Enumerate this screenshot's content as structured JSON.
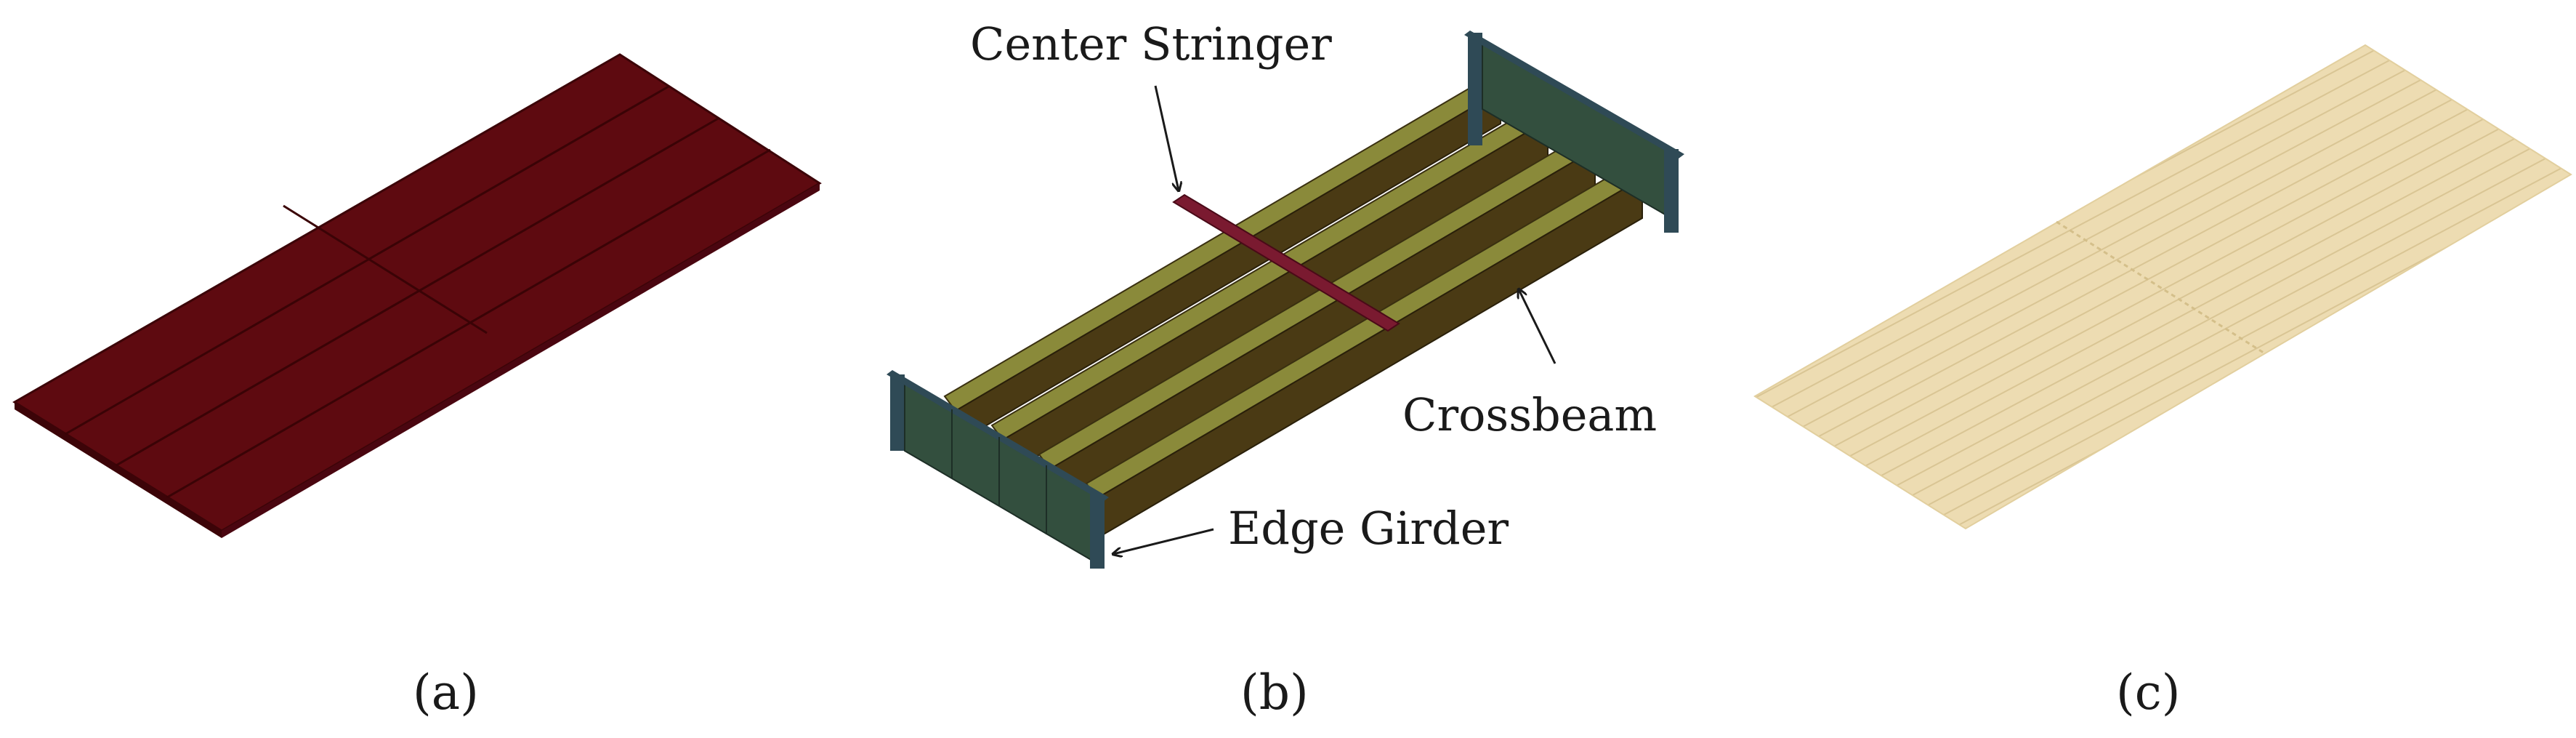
{
  "panels": [
    {
      "id": "a",
      "label": "(a)"
    },
    {
      "id": "b",
      "label": "(b)"
    },
    {
      "id": "c",
      "label": "(c)"
    }
  ],
  "callouts": {
    "center_stringer": "Center Stringer",
    "crossbeam": "Crossbeam",
    "edge_girder": "Edge Girder"
  },
  "colors": {
    "deck_plate": "#5e0a10",
    "girder_end": "#2f4a56",
    "beam_web": "#4a3a14",
    "beam_flange": "#8a8a3a",
    "stringer": "#7a1a30",
    "wearing_surface": "#eddcb2"
  },
  "icons": {
    "panel_a": "steel-deck-plate-model",
    "panel_b": "floor-system-framing-model",
    "panel_c": "wearing-surface-model"
  }
}
